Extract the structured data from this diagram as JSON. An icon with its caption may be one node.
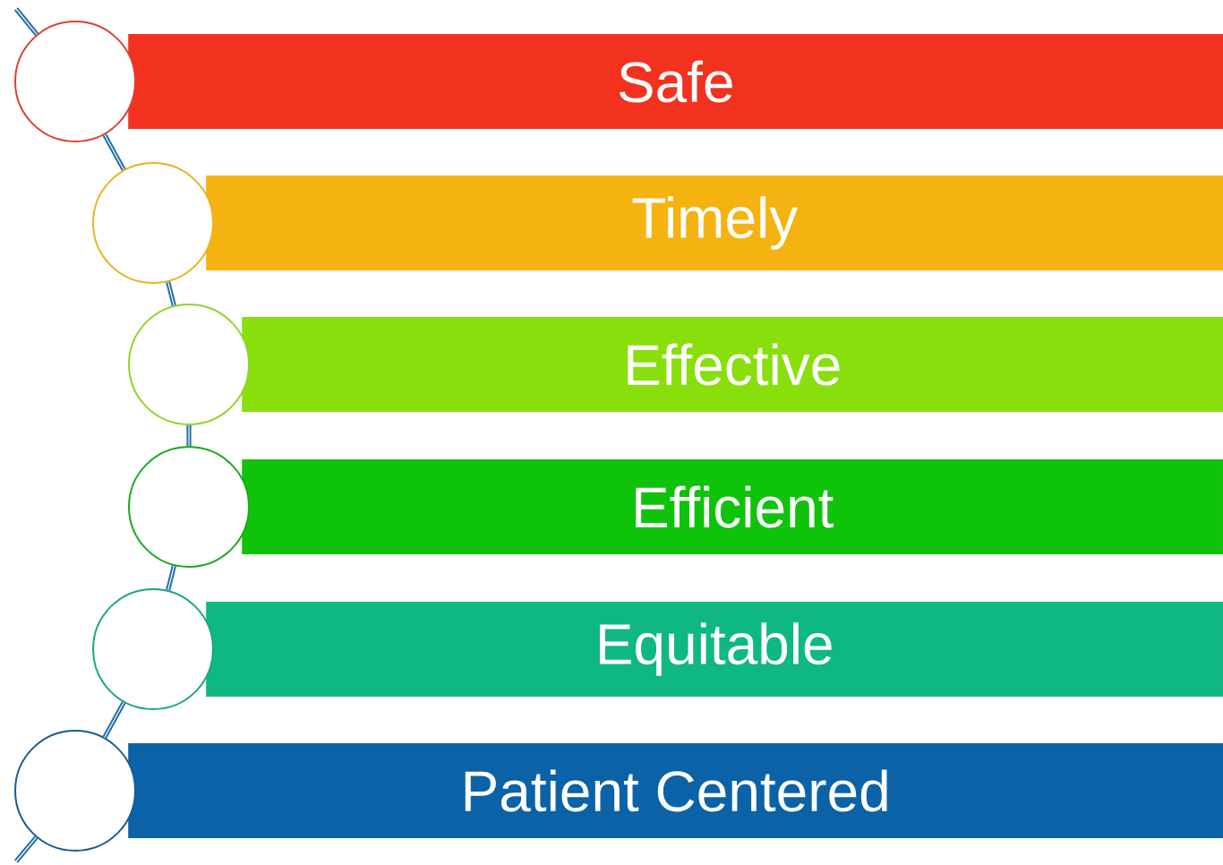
{
  "diagram": {
    "nodes": [
      {
        "text": [
          "Safe"
        ]
      },
      {
        "text": [
          "Timely"
        ]
      },
      {
        "text": [
          "Effective"
        ]
      },
      {
        "text": [
          "Efficient"
        ]
      },
      {
        "text": [
          "Equitable"
        ]
      },
      {
        "text": [
          "Patient Centered"
        ]
      },
      {
        "text": [],
        "shape": "circle"
      },
      {
        "text": [],
        "shape": "circle"
      },
      {
        "text": [],
        "shape": "circle"
      },
      {
        "text": [],
        "shape": "circle"
      },
      {
        "text": [],
        "shape": "circle"
      },
      {
        "text": [],
        "shape": "circle"
      }
    ],
    "edges": [
      {
        "from": null,
        "to": 6,
        "arrow": "none"
      },
      {
        "from": 6,
        "to": 7,
        "arrow": "none"
      },
      {
        "from": 7,
        "to": 8,
        "arrow": "none"
      },
      {
        "from": 8,
        "to": 9,
        "arrow": "none"
      },
      {
        "from": 9,
        "to": 10,
        "arrow": "none"
      },
      {
        "from": 10,
        "to": 11,
        "arrow": "none"
      },
      {
        "from": 11,
        "to": null,
        "arrow": "none"
      }
    ]
  }
}
